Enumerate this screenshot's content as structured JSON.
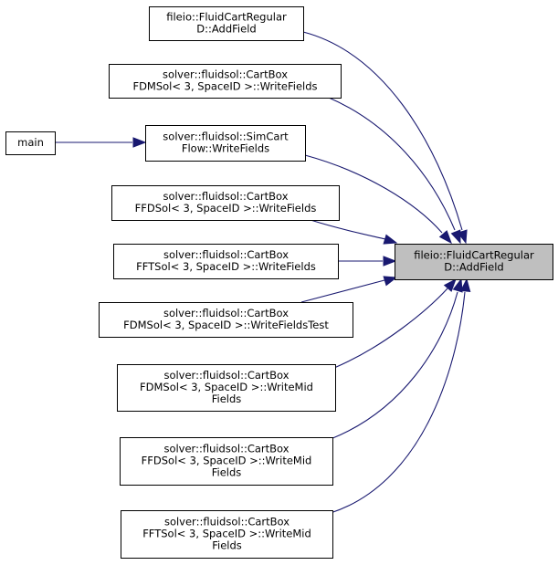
{
  "diagram": {
    "nodes": [
      {
        "id": "main",
        "lines": [
          "main"
        ]
      },
      {
        "id": "addfield_caller",
        "lines": [
          "fileio::FluidCartRegular",
          "D::AddField"
        ]
      },
      {
        "id": "fdm_writefields",
        "lines": [
          "solver::fluidsol::CartBox",
          "FDMSol< 3, SpaceID >::WriteFields"
        ]
      },
      {
        "id": "simcart_writefields",
        "lines": [
          "solver::fluidsol::SimCart",
          "Flow::WriteFields"
        ]
      },
      {
        "id": "ffd_writefields",
        "lines": [
          "solver::fluidsol::CartBox",
          "FFDSol< 3, SpaceID >::WriteFields"
        ]
      },
      {
        "id": "fft_writefields",
        "lines": [
          "solver::fluidsol::CartBox",
          "FFTSol< 3, SpaceID >::WriteFields"
        ]
      },
      {
        "id": "fdm_writefieldstest",
        "lines": [
          "solver::fluidsol::CartBox",
          "FDMSol< 3, SpaceID >::WriteFieldsTest"
        ]
      },
      {
        "id": "fdm_writemid",
        "lines": [
          "solver::fluidsol::CartBox",
          "FDMSol< 3, SpaceID >::WriteMid",
          "Fields"
        ]
      },
      {
        "id": "ffd_writemid",
        "lines": [
          "solver::fluidsol::CartBox",
          "FFDSol< 3, SpaceID >::WriteMid",
          "Fields"
        ]
      },
      {
        "id": "fft_writemid",
        "lines": [
          "solver::fluidsol::CartBox",
          "FFTSol< 3, SpaceID >::WriteMid",
          "Fields"
        ]
      },
      {
        "id": "target",
        "lines": [
          "fileio::FluidCartRegular",
          "D::AddField"
        ],
        "highlighted": true
      }
    ],
    "edges": [
      {
        "from": "main",
        "to": "simcart_writefields"
      },
      {
        "from": "addfield_caller",
        "to": "target"
      },
      {
        "from": "fdm_writefields",
        "to": "target"
      },
      {
        "from": "simcart_writefields",
        "to": "target"
      },
      {
        "from": "ffd_writefields",
        "to": "target"
      },
      {
        "from": "fft_writefields",
        "to": "target"
      },
      {
        "from": "fdm_writefieldstest",
        "to": "target"
      },
      {
        "from": "fdm_writemid",
        "to": "target"
      },
      {
        "from": "ffd_writemid",
        "to": "target"
      },
      {
        "from": "fft_writemid",
        "to": "target"
      }
    ],
    "colors": {
      "edge": "#191970",
      "node_border": "#000000",
      "node_fill": "#ffffff",
      "highlight_fill": "#bfbfbf"
    }
  }
}
